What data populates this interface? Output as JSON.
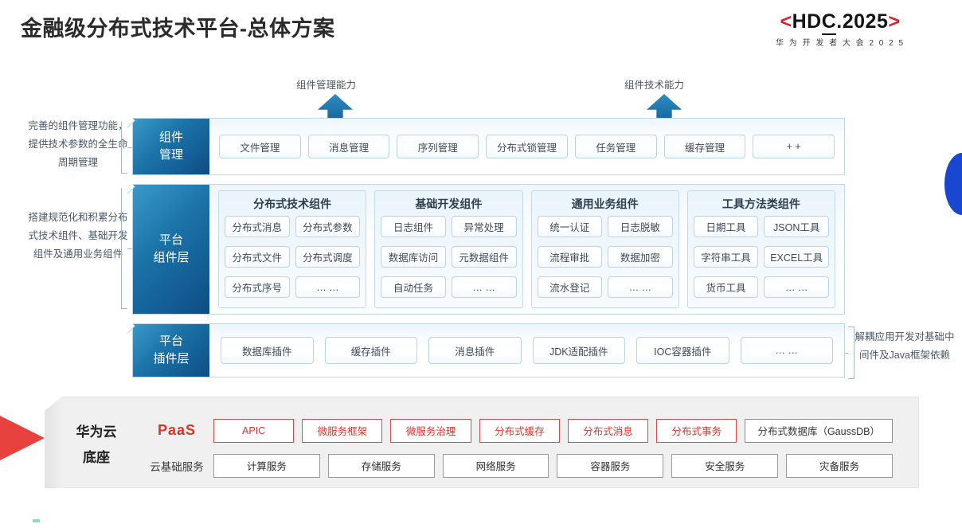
{
  "header": {
    "title": "金融级分布式技术平台-总体方案",
    "logo_bracket_left": "<",
    "logo_main_pre": "HD",
    "logo_main_underlined": "C",
    "logo_main_post": ".2025",
    "logo_bracket_right": ">",
    "logo_subtitle": "华 为 开 发 者 大 会 2 0 2 5"
  },
  "arrows": {
    "left_label": "组件管理能力",
    "right_label": "组件技术能力"
  },
  "side_notes": {
    "left_top": "完善的组件管理功能，提供技术参数的全生命周期管理",
    "left_bottom": "搭建规范化和积累分布式技术组件、基础开发组件及通用业务组件",
    "right": "解耦应用开发对基础中间件及Java框架依赖"
  },
  "layers": {
    "component_management": {
      "label": "组件管理",
      "items": [
        "文件管理",
        "消息管理",
        "序列管理",
        "分布式锁管理",
        "任务管理",
        "缓存管理",
        "+ +"
      ]
    },
    "platform_component": {
      "label": "平台组件层",
      "groups": [
        {
          "title": "分布式技术组件",
          "items": [
            "分布式消息",
            "分布式参数",
            "分布式文件",
            "分布式调度",
            "分布式序号",
            "… …"
          ]
        },
        {
          "title": "基础开发组件",
          "items": [
            "日志组件",
            "异常处理",
            "数据库访问",
            "元数据组件",
            "自动任务",
            "… …"
          ]
        },
        {
          "title": "通用业务组件",
          "items": [
            "统一认证",
            "日志脱敏",
            "流程审批",
            "数据加密",
            "流水登记",
            "… …"
          ]
        },
        {
          "title": "工具方法类组件",
          "items": [
            "日期工具",
            "JSON工具",
            "字符串工具",
            "EXCEL工具",
            "货币工具",
            "… …"
          ]
        }
      ]
    },
    "platform_plugin": {
      "label": "平台插件层",
      "items": [
        "数据库插件",
        "缓存插件",
        "消息插件",
        "JDK适配插件",
        "IOC容器插件",
        "… …"
      ]
    }
  },
  "base": {
    "title": "华为云底座",
    "paas_tag": "PaaS",
    "basic_tag": "云基础服务",
    "paas_items": [
      {
        "label": "APIC",
        "style": "red"
      },
      {
        "label": "微服务框架",
        "style": "red"
      },
      {
        "label": "微服务治理",
        "style": "red"
      },
      {
        "label": "分布式缓存",
        "style": "red"
      },
      {
        "label": "分布式消息",
        "style": "red"
      },
      {
        "label": "分布式事务",
        "style": "red"
      },
      {
        "label": "分布式数据库（GaussDB）",
        "style": "gray"
      }
    ],
    "basic_items": [
      "计算服务",
      "存储服务",
      "网络服务",
      "容器服务",
      "安全服务",
      "灾备服务"
    ]
  },
  "colors": {
    "brand_red": "#d9342b",
    "layer_blue_dark": "#0d4d85",
    "layer_blue_light": "#3a9ac9",
    "accent_blue": "#1a47d0",
    "wedge_red": "#e8423f"
  }
}
